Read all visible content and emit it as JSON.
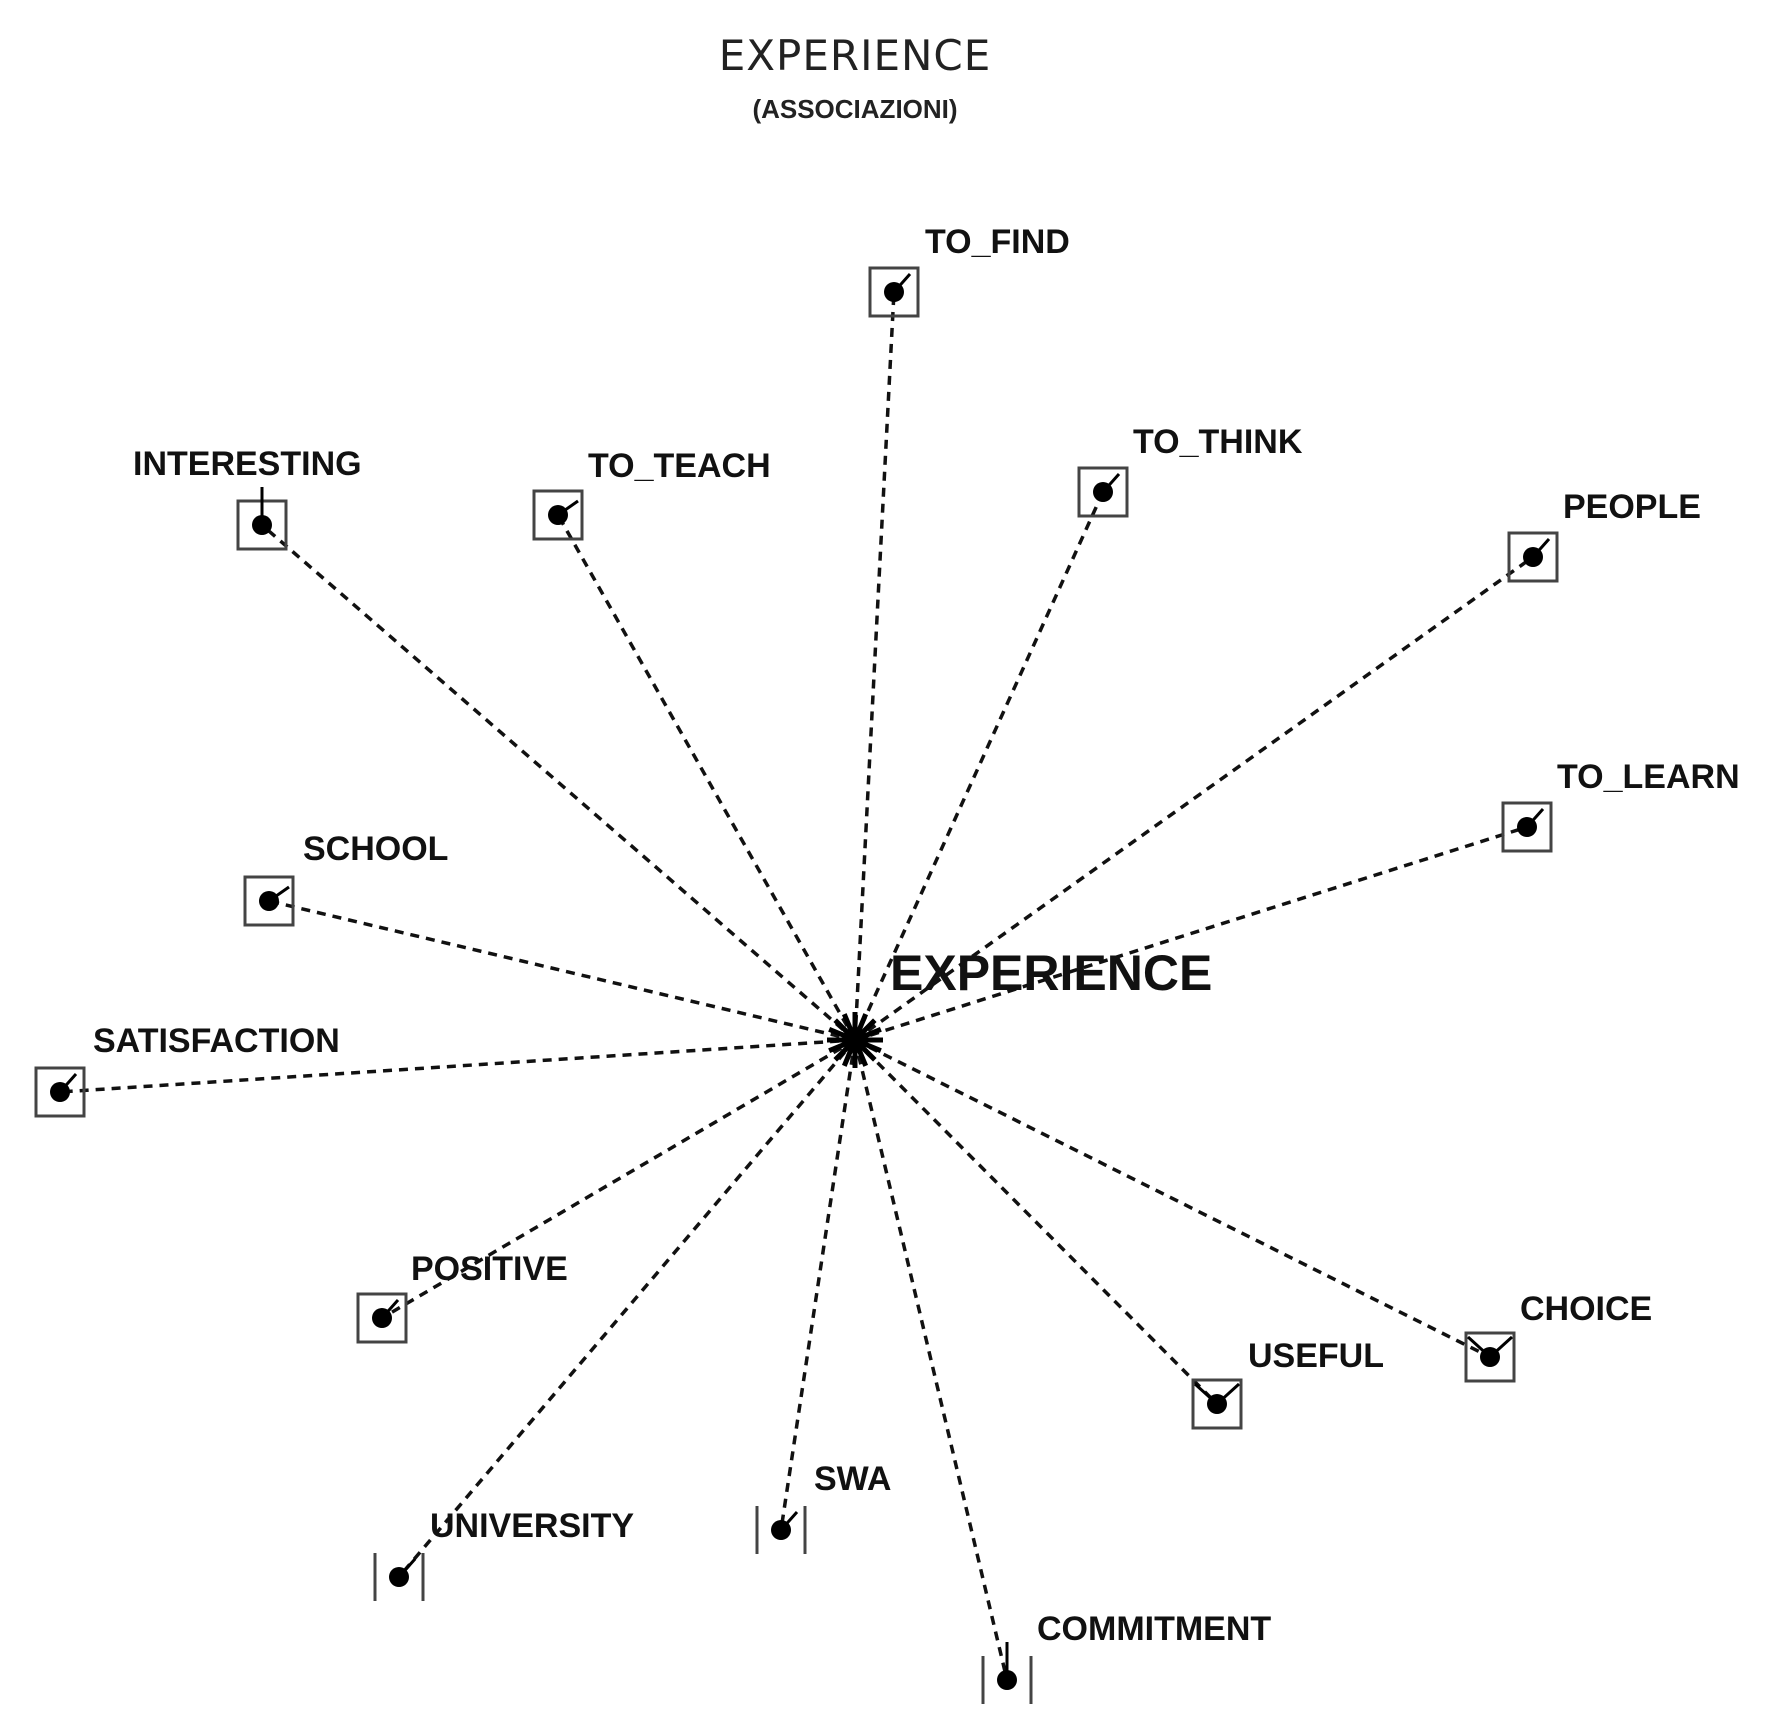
{
  "title": "EXPERIENCE",
  "subtitle": "(ASSOCIAZIONI)",
  "center": {
    "label": "EXPERIENCE"
  },
  "nodes": [
    {
      "id": "to-find",
      "label": "TO_FIND"
    },
    {
      "id": "interesting",
      "label": "INTERESTING"
    },
    {
      "id": "to-teach",
      "label": "TO_TEACH"
    },
    {
      "id": "to-think",
      "label": "TO_THINK"
    },
    {
      "id": "people",
      "label": "PEOPLE"
    },
    {
      "id": "to-learn",
      "label": "TO_LEARN"
    },
    {
      "id": "school",
      "label": "SCHOOL"
    },
    {
      "id": "satisfaction",
      "label": "SATISFACTION"
    },
    {
      "id": "positive",
      "label": "POSITIVE"
    },
    {
      "id": "choice",
      "label": "CHOICE"
    },
    {
      "id": "useful",
      "label": "USEFUL"
    },
    {
      "id": "swa",
      "label": "SWA"
    },
    {
      "id": "university",
      "label": "UNIVERSITY"
    },
    {
      "id": "commitment",
      "label": "COMMITMENT"
    }
  ]
}
